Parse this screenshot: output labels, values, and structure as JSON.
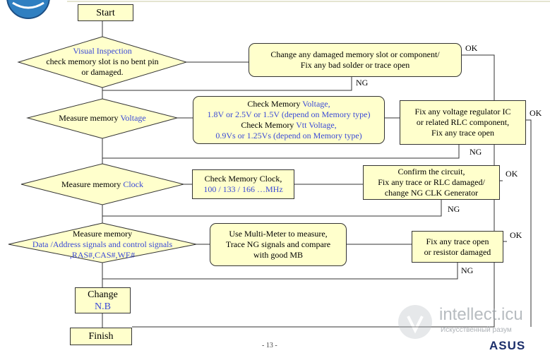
{
  "start": "Start",
  "finish": "Finish",
  "step1": {
    "decision": {
      "l1": "Visual Inspection",
      "l2": "check memory slot is no bent pin",
      "l3": "or damaged."
    },
    "action": {
      "l1": "Change any damaged memory slot or component/",
      "l2": "Fix any bad solder or trace open"
    },
    "ok": "OK",
    "ng": "NG"
  },
  "step2": {
    "decision": {
      "pre": "Measure memory ",
      "hl": "Voltage"
    },
    "check": {
      "l1a": "Check Memory ",
      "l1b": "Voltage,",
      "l2": "1.8V or 2.5V or 1.5V (depend on Memory type)",
      "l3a": "Check Memory ",
      "l3b": "Vtt Voltage,",
      "l4": "0.9Vs or 1.25Vs (depend on Memory type)"
    },
    "fix": {
      "l1": "Fix any voltage regulator IC",
      "l2": "or related RLC component,",
      "l3": "Fix any trace open"
    },
    "ok": "OK",
    "ng": "NG"
  },
  "step3": {
    "decision": {
      "pre": "Measure memory ",
      "hl": "Clock"
    },
    "check": {
      "l1": "Check Memory Clock,",
      "l2": "100 / 133 / 166 …MHz"
    },
    "fix": {
      "l1": "Confirm the circuit,",
      "l2": "Fix any trace or RLC damaged/",
      "l3": "change NG CLK Generator"
    },
    "ok": "OK",
    "ng": "NG"
  },
  "step4": {
    "decision": {
      "l1": "Measure memory",
      "l2": "Data /Address signals and control signals",
      "l3": ",RAS#,CAS#,WE#"
    },
    "check": {
      "l1": "Use Multi-Meter to measure,",
      "l2": "Trace NG signals and compare",
      "l3": "with good MB"
    },
    "fix": {
      "l1": "Fix any trace open",
      "l2": "or resistor damaged"
    },
    "ok": "OK",
    "ng": "NG"
  },
  "change": {
    "l1": "Change",
    "l2": "N.B"
  },
  "watermark": {
    "main": "intellect.icu",
    "sub": "Искусственный разум"
  },
  "brand": "ASUS",
  "page_number": "- 13 -",
  "colors": {
    "box_fill": "#ffffcc",
    "highlight_text": "#3a49d6",
    "line": "#333333"
  }
}
